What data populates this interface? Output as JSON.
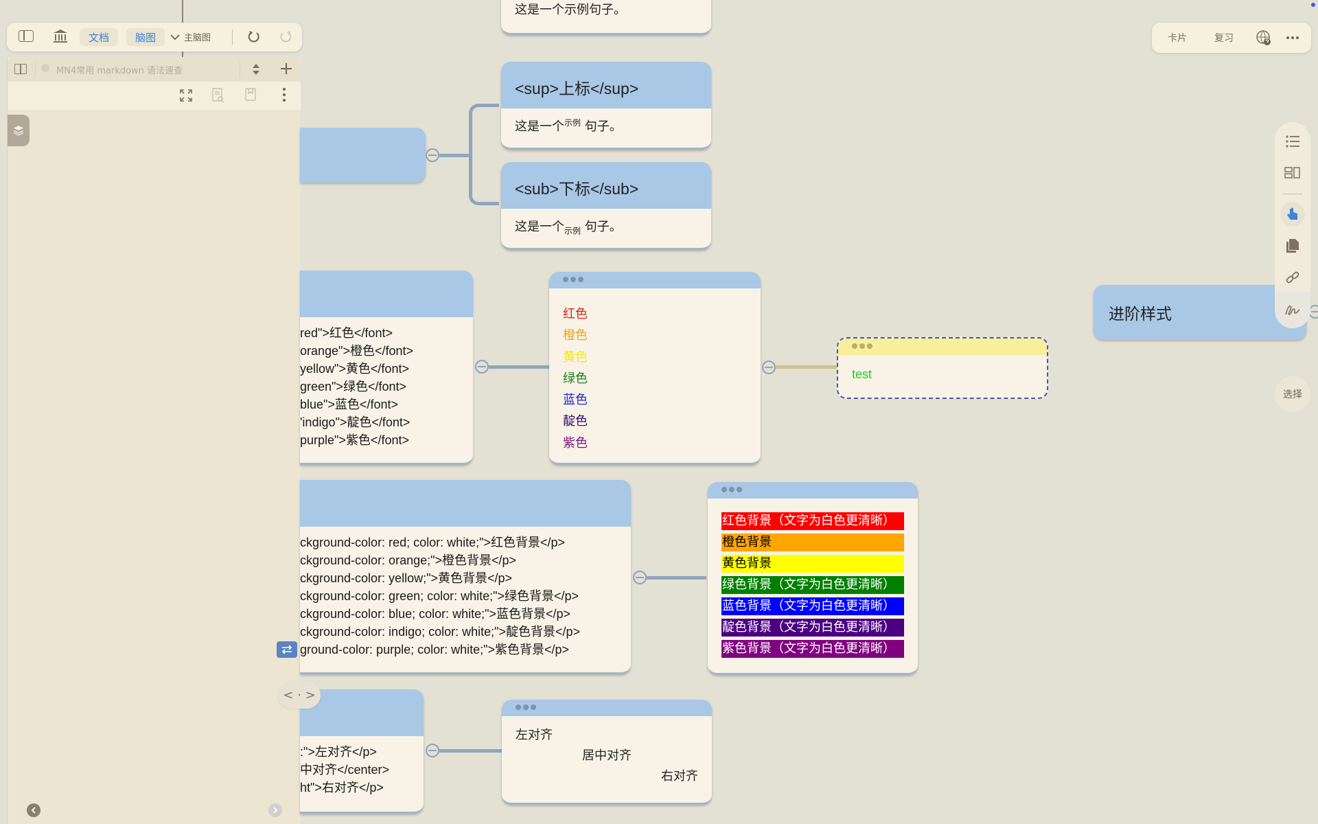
{
  "top_toolbar": {
    "doc_tab": "文档",
    "mindmap_tab": "脑图",
    "mindmap_selector": "主脑图",
    "icons": [
      "sidebar-toggle-icon",
      "library-icon",
      "chevron-down-icon",
      "undo-icon",
      "redo-icon"
    ]
  },
  "right_toolbar": {
    "card_label": "卡片",
    "review_label": "复习",
    "icons": [
      "web-help-icon",
      "more-icon"
    ]
  },
  "left_panel": {
    "doc_title": "MN4常用 markdown 语法速查",
    "icons": [
      "split-view-icon",
      "add-circle-icon",
      "sort-icon",
      "plus-icon",
      "expand-icon",
      "doc-search-icon",
      "bookmark-icon",
      "more-vertical-icon",
      "layers-icon",
      "prev-icon",
      "next-icon"
    ]
  },
  "side_tools": {
    "select_label": "选择",
    "icons": [
      "list-icon",
      "layout-icon",
      "pointer-hand-icon",
      "copy-doc-icon",
      "link-icon",
      "handwrite-icon"
    ]
  },
  "colors": {
    "canvas": "#e3e0d4",
    "node_header": "#a8c8e6",
    "node_body": "#f8f3e6",
    "connector": "#8ea6bf",
    "accent": "#3a83d8"
  },
  "nodes": {
    "example_sentence": "这是一个示例句子。",
    "sup_card": {
      "title": "<sup>上标</sup>",
      "prefix": "这是一个",
      "sup": "示例",
      "suffix": " 句子。"
    },
    "sub_card": {
      "title": "<sub>下标</sub>",
      "prefix": "这是一个",
      "sub": "示例",
      "suffix": " 句子。"
    },
    "font_code_lines": [
      "red\">红色</font>",
      "orange\">橙色</font>",
      "yellow\">黄色</font>",
      "green\">绿色</font>",
      "blue\">蓝色</font>",
      "'indigo\">靛色</font>",
      "purple\">紫色</font>"
    ],
    "font_colors": [
      {
        "text": "红色",
        "color": "#e3201b"
      },
      {
        "text": "橙色",
        "color": "#f0a020"
      },
      {
        "text": "黄色",
        "color": "#f5e80c"
      },
      {
        "text": "绿色",
        "color": "#1c7f1c"
      },
      {
        "text": "蓝色",
        "color": "#2020d8"
      },
      {
        "text": "靛色",
        "color": "#3d0b73"
      },
      {
        "text": "紫色",
        "color": "#7a147a"
      }
    ],
    "test_card": {
      "text": "test",
      "text_color": "#22cc22",
      "header_color": "#f8ef9a",
      "border_color": "#4a55a8"
    },
    "advanced_style": "进阶样式",
    "bg_code_lines": [
      "ckground-color: red; color: white;\">红色背景</p>",
      "ckground-color: orange;\">橙色背景</p>",
      "ckground-color: yellow;\">黄色背景</p>",
      "ckground-color: green; color: white;\">绿色背景</p>",
      "ckground-color: blue; color: white;\">蓝色背景</p>",
      "ckground-color: indigo; color: white;\">靛色背景</p>",
      "ground-color: purple; color: white;\">紫色背景</p>"
    ],
    "bg_rows": [
      {
        "text": "红色背景（文字为白色更清晰）",
        "bg": "#ff0000",
        "fg": "#ffffff"
      },
      {
        "text": "橙色背景",
        "bg": "#ffa500",
        "fg": "#000000"
      },
      {
        "text": "黄色背景",
        "bg": "#ffff00",
        "fg": "#000000"
      },
      {
        "text": "绿色背景（文字为白色更清晰）",
        "bg": "#008000",
        "fg": "#ffffff"
      },
      {
        "text": "蓝色背景（文字为白色更清晰）",
        "bg": "#0000ff",
        "fg": "#ffffff"
      },
      {
        "text": "靛色背景（文字为白色更清晰）",
        "bg": "#4b0082",
        "fg": "#ffffff"
      },
      {
        "text": "紫色背景（文字为白色更清晰）",
        "bg": "#800080",
        "fg": "#ffffff"
      }
    ],
    "align_code_lines": [
      ":\">左对齐</p>",
      "中对齐</center>",
      "ht\">右对齐</p>"
    ],
    "align_left": "左对齐",
    "align_center": "居中对齐",
    "align_right": "右对齐"
  },
  "floating": {
    "code_toggle": "< · >"
  }
}
